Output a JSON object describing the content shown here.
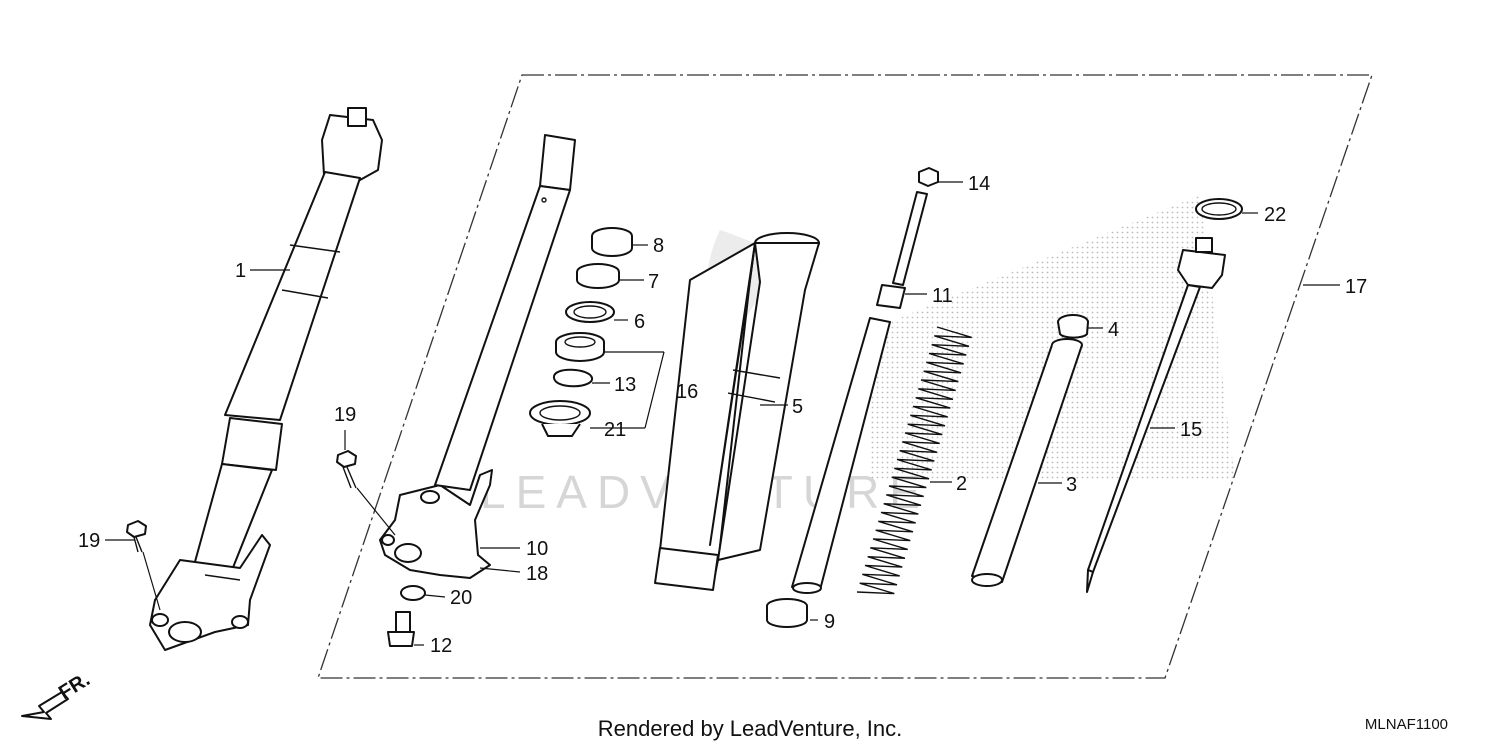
{
  "callouts": {
    "c1": "1",
    "c2": "2",
    "c3": "3",
    "c4": "4",
    "c5": "5",
    "c6": "6",
    "c7": "7",
    "c8": "8",
    "c9": "9",
    "c10": "10",
    "c11": "11",
    "c12": "12",
    "c13": "13",
    "c14": "14",
    "c15": "15",
    "c16": "16",
    "c17": "17",
    "c18": "18",
    "c19a": "19",
    "c19b": "19",
    "c20": "20",
    "c21": "21",
    "c22": "22"
  },
  "direction_label": "FR.",
  "watermark": "LEADVENTURE",
  "footer": {
    "credit": "Rendered by LeadVenture, Inc.",
    "code": "MLNAF1100"
  }
}
